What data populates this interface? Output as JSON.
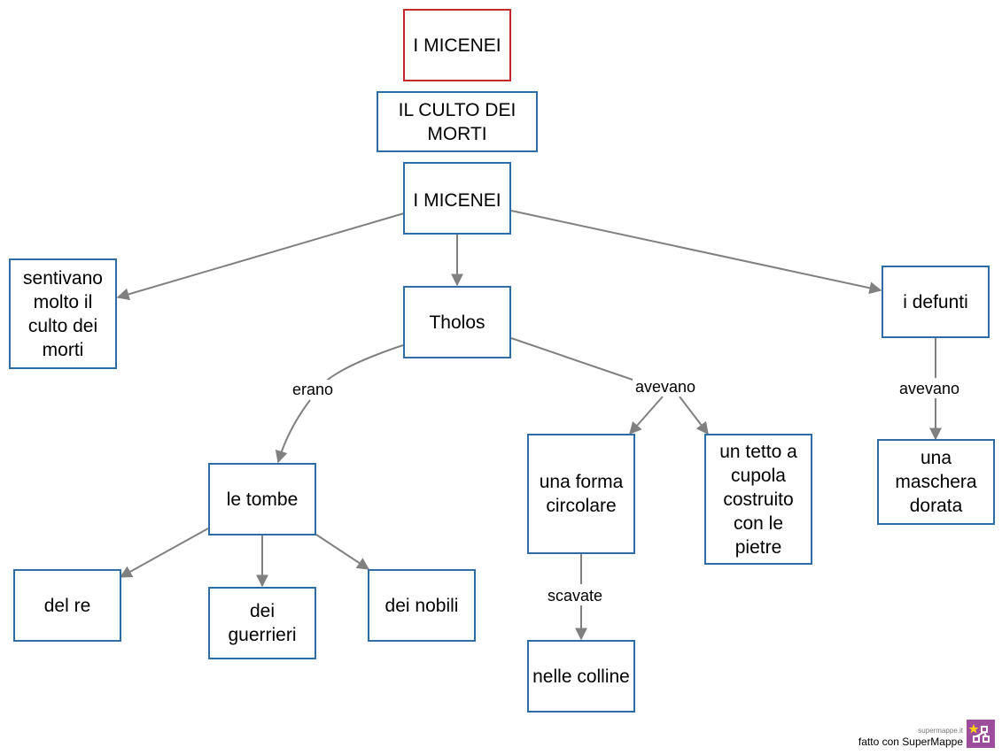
{
  "nodes": {
    "root": "I MICENEI",
    "culto": "IL CULTO DEI MORTI",
    "micenei": "I MICENEI",
    "sentivano": "sentivano molto il culto dei morti",
    "tholos": "Tholos",
    "defunti": "i defunti",
    "tombe": "le tombe",
    "forma": "una forma circolare",
    "tetto": "un tetto a cupola costruito con le pietre",
    "maschera": "una maschera dorata",
    "re": "del re",
    "guerrieri": "dei guerrieri",
    "nobili": "dei nobili",
    "colline": "nelle colline"
  },
  "edge_labels": {
    "erano": "erano",
    "avevano_tholos": "avevano",
    "avevano_defunti": "avevano",
    "scavate": "scavate"
  },
  "colors": {
    "node_border": "#2e6da4",
    "root_border": "#c62828",
    "edge": "#808080"
  },
  "branding": {
    "site": "supermappe.it",
    "text": "fatto con SuperMappe",
    "logo_icon": "supermappe-logo-icon"
  }
}
